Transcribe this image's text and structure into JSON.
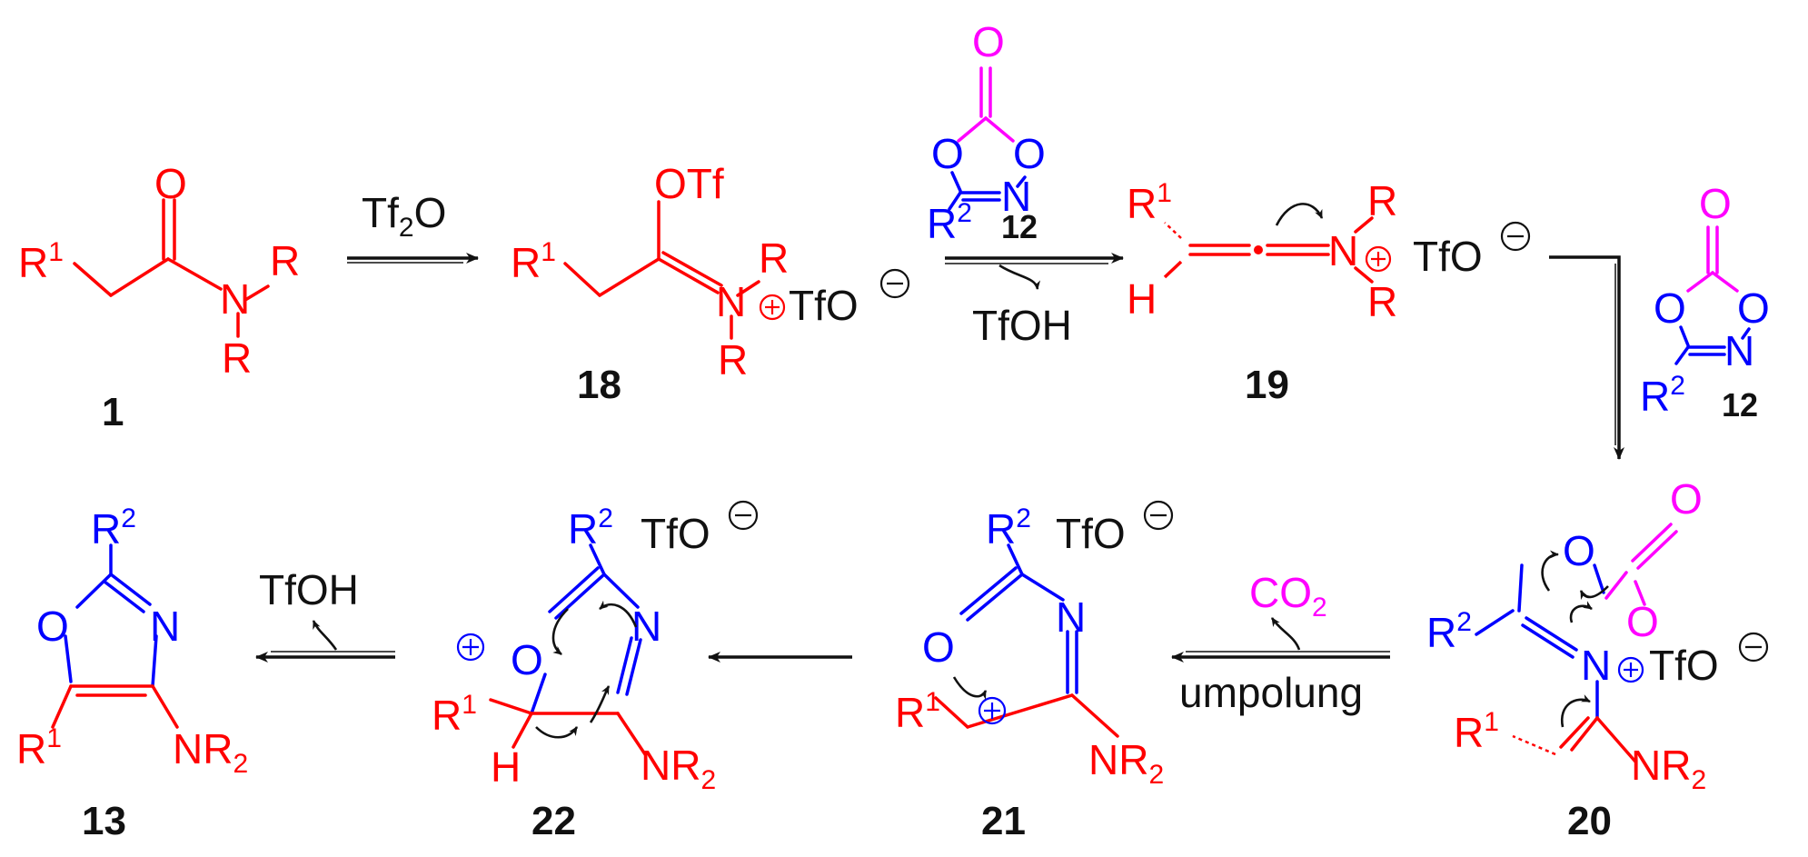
{
  "colors": {
    "substituent": "#ff0000",
    "ring": "#0000ff",
    "carbonyl": "#ff00ff",
    "reagent": "#111111"
  },
  "atoms": {
    "O": "O",
    "N": "N",
    "H": "H",
    "R": "R",
    "R1": "R",
    "R2": "R",
    "sup1": "1",
    "sup2": "2",
    "NR": "NR",
    "sub2": "2",
    "OTf": "OTf",
    "TfO": "TfO",
    "TfO_anion": "TfO",
    "C": "C",
    "plus": "+",
    "minus": "−"
  },
  "reagents": {
    "tf2o_a": "Tf",
    "tf2o_sub": "2",
    "tf2o_b": "O",
    "tfoh": "TfOH",
    "co2_a": "CO",
    "co2_sub": "2",
    "umpolung": "umpolung"
  },
  "compounds": {
    "c1": "1",
    "c18": "18",
    "c19": "19",
    "c12": "12",
    "c20": "20",
    "c21": "21",
    "c22": "22",
    "c13": "13"
  }
}
